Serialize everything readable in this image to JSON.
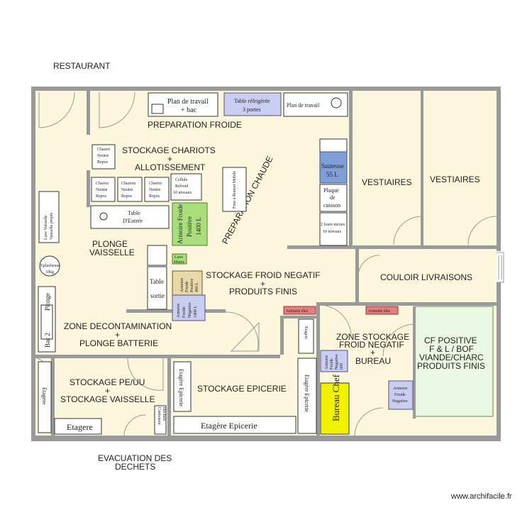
{
  "outside": {
    "restaurant": "RESTAURANT",
    "evacuation": [
      "EVACUATION DES",
      "DECHETS"
    ],
    "watermark": "www.archifacile.fr"
  },
  "rooms": {
    "preparation_froide": "PREPARATION FROIDE",
    "stockage_chariots": [
      "STOCKAGE CHARIOTS",
      "+",
      "ALLOTISSEMENT"
    ],
    "preparation_chaude": "PREPARATION CHAUDE",
    "plonge_vaisselle": [
      "PLONGE",
      "VAISSELLE"
    ],
    "stockage_froid": [
      "STOCKAGE FROID NEGATIF",
      "+",
      "PRODUITS FINIS"
    ],
    "zone_decontamination": [
      "ZONE DECONTAMINATION",
      "+",
      "PLONGE BATTERIE"
    ],
    "vestiaires_1": "VESTIAIRES",
    "vestiaires_2": "VESTIAIRES",
    "couloir": "COULOIR LIVRAISONS",
    "zone_stockage_bureau": [
      "ZONE STOCKAGE",
      "FROID NEGATIF",
      "+",
      "BUREAU"
    ],
    "cf_positive": [
      "CF POSITIVE",
      "F & L / BOF",
      "VIANDE/CHARC",
      "PRODUITS FINIS"
    ],
    "stockage_pe": [
      "STOCKAGE PE/UU",
      "+",
      "STOCKAGE VAISSELLE"
    ],
    "stockage_epicerie": "STOCKAGE EPICERIE"
  },
  "furniture": {
    "plan_travail_bac": [
      "Plan de travail",
      "+ bac"
    ],
    "table_refrigeree": [
      "Table réfrigérée",
      "3 portes"
    ],
    "plan_travail_2": "Plan de travail",
    "chariot_1": [
      "Chariot",
      "Neutre",
      "Repos"
    ],
    "chariot_2": [
      "Chariot",
      "Neutre",
      "Repos"
    ],
    "chariot_3": [
      "Chariots",
      "Neutre",
      "Repos"
    ],
    "chariot_4": [
      "Chariot",
      "Neutre",
      "Repos"
    ],
    "cellule": [
      "Cellule",
      "Refroid",
      "10 niveaux"
    ],
    "four_mobile": "Four à Bouvet Mobile",
    "sauteuse": [
      "Sauteuse",
      "55 L"
    ],
    "plaque_cuisson": [
      "Plaque",
      "de",
      "cuisson"
    ],
    "fours_mixtes": [
      "2 fours mixtes",
      "10 niveaux"
    ],
    "table_entree": [
      "Table",
      "D'Entrée"
    ],
    "armoire_froide_positive": [
      "Armoire Froide",
      "Positive",
      "1400 L"
    ],
    "lave_mains": [
      "Lave",
      "Mains"
    ],
    "armoire_positive_small": [
      "Armoire",
      "Froide",
      "Positive",
      "400 L"
    ],
    "armoire_negative": [
      "Armoire",
      "Froide",
      "Négative",
      "1400 L"
    ],
    "table_sortie": [
      "Table",
      "sortie"
    ],
    "lave_vaisselle": [
      "Lave Vaisselle",
      "Vaisselle propre"
    ],
    "bac_2": "Bac 2",
    "bac_2_side": "Plonge",
    "eplucheuse": [
      "Eplucheuse",
      "10kg"
    ],
    "armoire_elec_1": "Armoire élec",
    "armoire_elec_2": "Armoire élec",
    "etagere_small": "Etagere",
    "armoire_neg_bureau": [
      "Armoire",
      "Froide",
      "Negative",
      "600"
    ],
    "armoire_neg_cf": [
      "Armoire",
      "Froide",
      "Negative"
    ],
    "bureau_chef": "Bureau Chef",
    "etagere_pe_side": "Etagere",
    "etagere_pe_bottom": "Etagere",
    "conteneur": [
      "Conteneur",
      "Déchets"
    ],
    "etagere_epicerie_left": "Etagère Epicerie",
    "etagere_epicerie_bottom": "Etagère Epicerie",
    "etagere_epicerie_right": "Etagère Epicerie"
  }
}
